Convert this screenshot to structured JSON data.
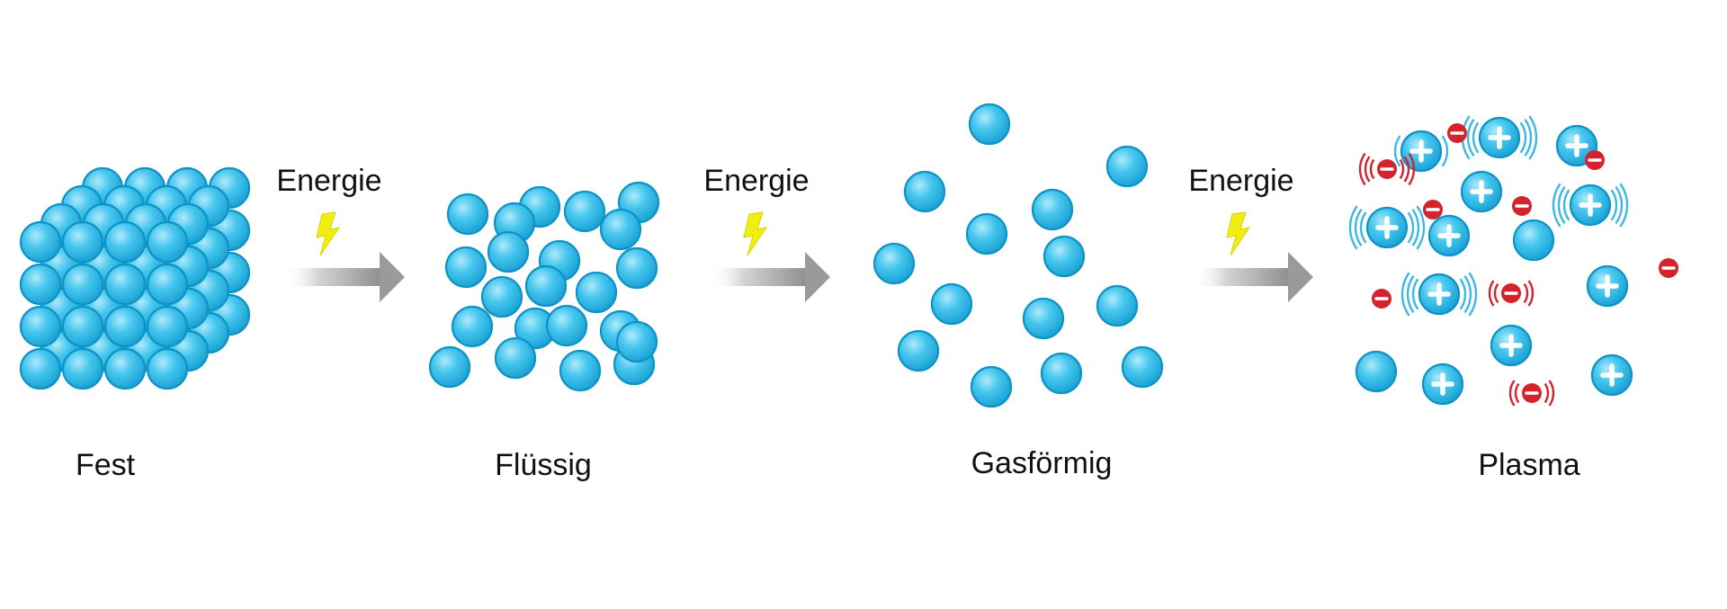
{
  "colors": {
    "particle_light": "#8fe0f7",
    "particle_mid": "#32bfea",
    "particle_edge": "#0e93c7",
    "electron_red": "#d3242d",
    "arrow_grey": "#9a9a9a",
    "bolt_yellow": "#f2ee12",
    "wave_blue": "#3db7e4",
    "wave_red": "#d3242d"
  },
  "icons": {
    "ion_plus": "plus-icon",
    "electron_minus": "minus-icon",
    "energy_bolt": "lightning-bolt-icon",
    "step_arrow": "right-arrow-icon"
  },
  "transitions": [
    {
      "label": "Energie"
    },
    {
      "label": "Energie"
    },
    {
      "label": "Energie"
    }
  ],
  "states": [
    {
      "label": "Fest"
    },
    {
      "label": "Flüssig"
    },
    {
      "label": "Gasförmig"
    },
    {
      "label": "Plasma"
    }
  ]
}
